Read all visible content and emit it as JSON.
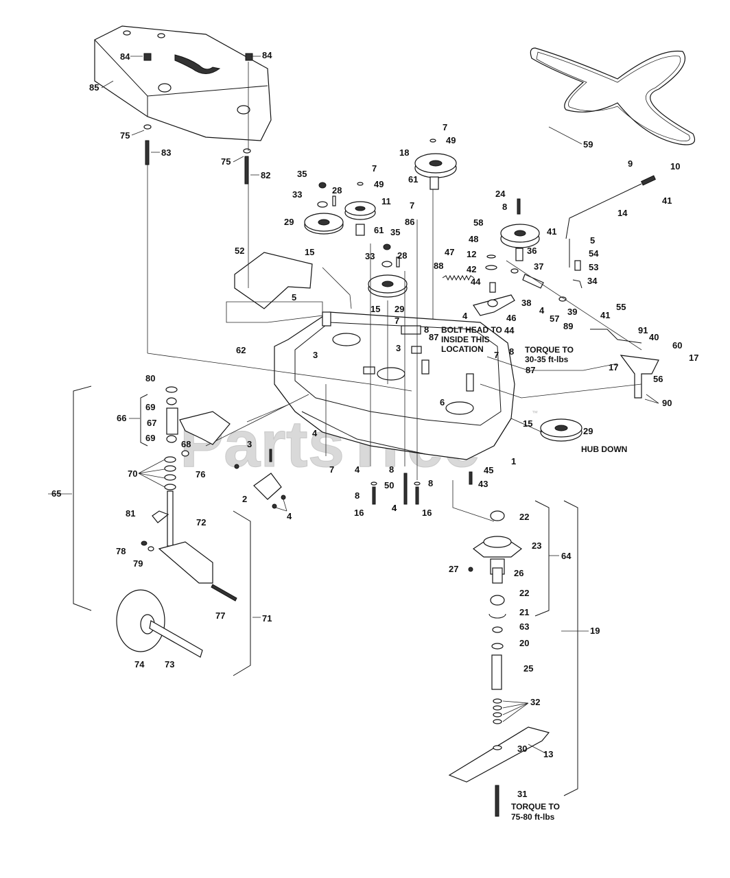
{
  "watermark": {
    "text": "PartsTree",
    "trademark": "™"
  },
  "notes": {
    "bolt_head": [
      "BOLT HEAD TO",
      "INSIDE THIS",
      "LOCATION"
    ],
    "torque_30": [
      "TORQUE TO",
      "30-35 ft-lbs"
    ],
    "hub_down": "HUB DOWN",
    "torque_75": [
      "TORQUE TO",
      "75-80 ft-lbs"
    ]
  },
  "labels": [
    "84",
    "84",
    "85",
    "75",
    "83",
    "75",
    "82",
    "7",
    "49",
    "18",
    "61",
    "35",
    "7",
    "49",
    "33",
    "28",
    "11",
    "29",
    "15",
    "7",
    "86",
    "35",
    "61",
    "33",
    "28",
    "29",
    "15",
    "59",
    "9",
    "10",
    "41",
    "14",
    "24",
    "8",
    "58",
    "41",
    "5",
    "54",
    "53",
    "48",
    "12",
    "36",
    "42",
    "37",
    "34",
    "47",
    "88",
    "44",
    "38",
    "4",
    "39",
    "57",
    "89",
    "4",
    "46",
    "44",
    "7",
    "8",
    "87",
    "52",
    "5",
    "62",
    "3",
    "80",
    "69",
    "66",
    "67",
    "69",
    "68",
    "70",
    "76",
    "65",
    "81",
    "78",
    "79",
    "72",
    "77",
    "71",
    "74",
    "73",
    "3",
    "2",
    "4",
    "4",
    "7",
    "4",
    "3",
    "6",
    "7",
    "8",
    "87",
    "41",
    "55",
    "91",
    "40",
    "60",
    "17",
    "17",
    "56",
    "90",
    "15",
    "29",
    "1",
    "45",
    "43",
    "8",
    "50",
    "8",
    "8",
    "4",
    "16",
    "4",
    "16",
    "22",
    "23",
    "64",
    "27",
    "26",
    "22",
    "21",
    "63",
    "20",
    "25",
    "32",
    "13",
    "30",
    "31",
    "19"
  ]
}
